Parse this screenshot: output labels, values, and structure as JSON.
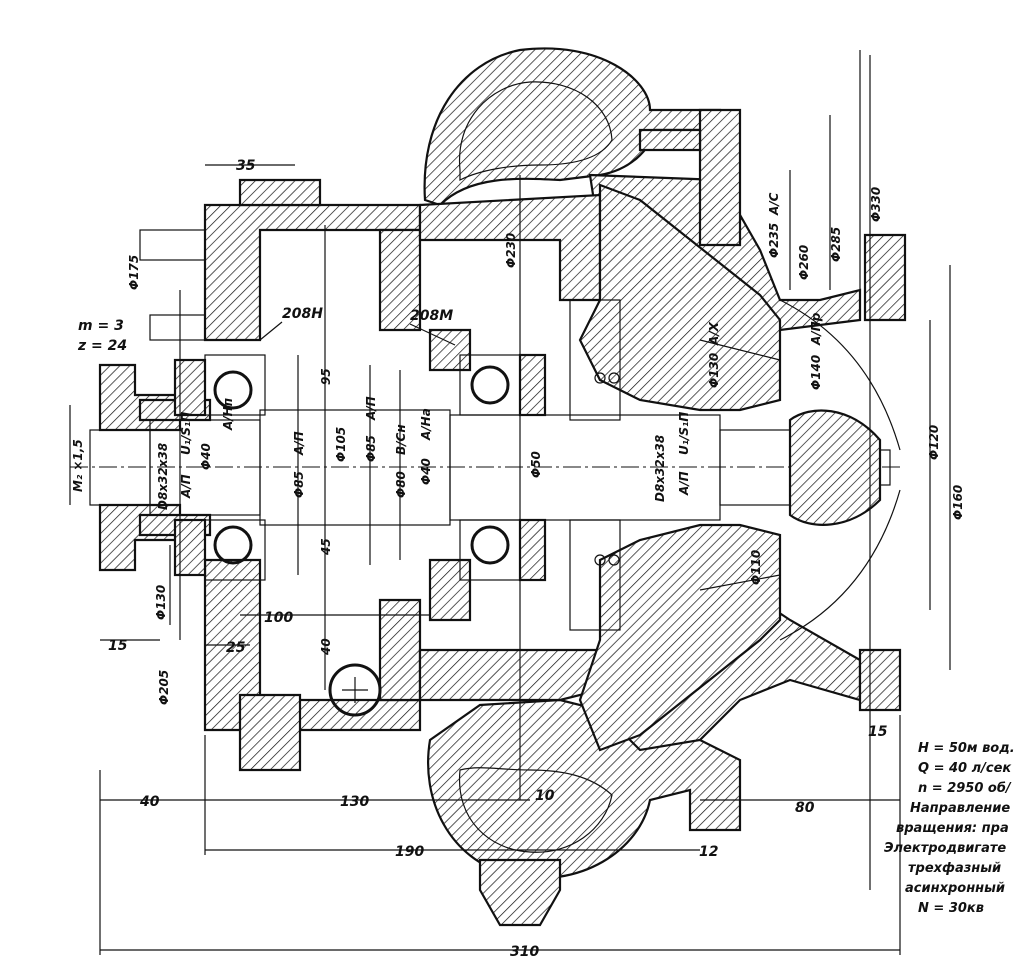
{
  "drawing": {
    "gear_module": "m = 3",
    "gear_teeth": "z = 24",
    "bearing_left": "208Н",
    "bearing_right": "208М",
    "dimensions": {
      "d35": "35",
      "d175": "Φ175",
      "d95": "95",
      "d45": "45",
      "d40v": "40",
      "d105": "Φ105",
      "d85a": "Φ85",
      "d85b": "Φ85",
      "d80": "Φ80",
      "d40a": "Φ40",
      "d40b": "Φ40",
      "d50": "Φ50",
      "d230": "Φ230",
      "d235": "Φ235",
      "d260": "Φ260",
      "d285": "Φ285",
      "d330": "Φ330",
      "d130a": "Φ130",
      "d140": "Φ140",
      "d110": "Φ110",
      "d120": "Φ120",
      "d160": "Φ160",
      "d130b": "Φ130",
      "d205": "Φ205",
      "spline_left": "D8x32x38",
      "spline_right": "D8x32x38",
      "thread": "M₂ ×1,5",
      "h15a": "15",
      "h25": "25",
      "h100": "100",
      "h40": "40",
      "h130": "130",
      "h10": "10",
      "h80": "80",
      "h190": "190",
      "h12": "12",
      "h310": "310",
      "h15b": "15"
    },
    "fits": {
      "a_p": "A/П",
      "u1_s1p": "U₁/S₁П",
      "a_hn": "A/Hп",
      "a_p2": "A/П",
      "a_p3": "A/П",
      "b_ch": "B/Cн",
      "a_na": "A/Hа",
      "a_c": "A/C",
      "a_x": "A/X",
      "a_pr": "A/Пр"
    },
    "notes": [
      "H = 50м вод.",
      "Q = 40 л/сек",
      "n = 2950 об/",
      "Направление",
      "вращения: пра",
      "Электродвигате",
      "трехфазный",
      "асинхронный",
      "N = 30кв"
    ]
  }
}
